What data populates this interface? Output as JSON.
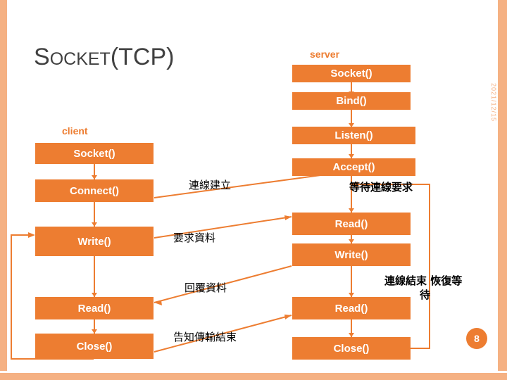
{
  "slide": {
    "title_first": "S",
    "title_rest": "OCKET",
    "title_tail": "(TCP)",
    "date": "2021/12/15",
    "page_number": "8"
  },
  "labels": {
    "client": "client",
    "server": "server"
  },
  "client_steps": [
    {
      "label": "Socket()"
    },
    {
      "label": "Connect()"
    },
    {
      "label": "Write()"
    },
    {
      "label": "Read()"
    },
    {
      "label": "Close()"
    }
  ],
  "server_steps": [
    {
      "label": "Socket()"
    },
    {
      "label": "Bind()"
    },
    {
      "label": "Listen()"
    },
    {
      "label": "Accept()"
    },
    {
      "label": "Read()"
    },
    {
      "label": "Write()"
    },
    {
      "label": "Read()"
    },
    {
      "label": "Close()"
    }
  ],
  "messages": [
    {
      "text": "連線建立"
    },
    {
      "text": "要求資料"
    },
    {
      "text": "回覆資料"
    },
    {
      "text": "告知傳輸結束"
    }
  ],
  "notes": [
    {
      "text": "等待連線要求"
    },
    {
      "text": "連線結束 恢復等"
    },
    {
      "text": "待"
    }
  ],
  "colors": {
    "accent": "#ed7d31",
    "accent_light": "#f5b183",
    "title": "#404040",
    "box_text": "#ffffff"
  }
}
